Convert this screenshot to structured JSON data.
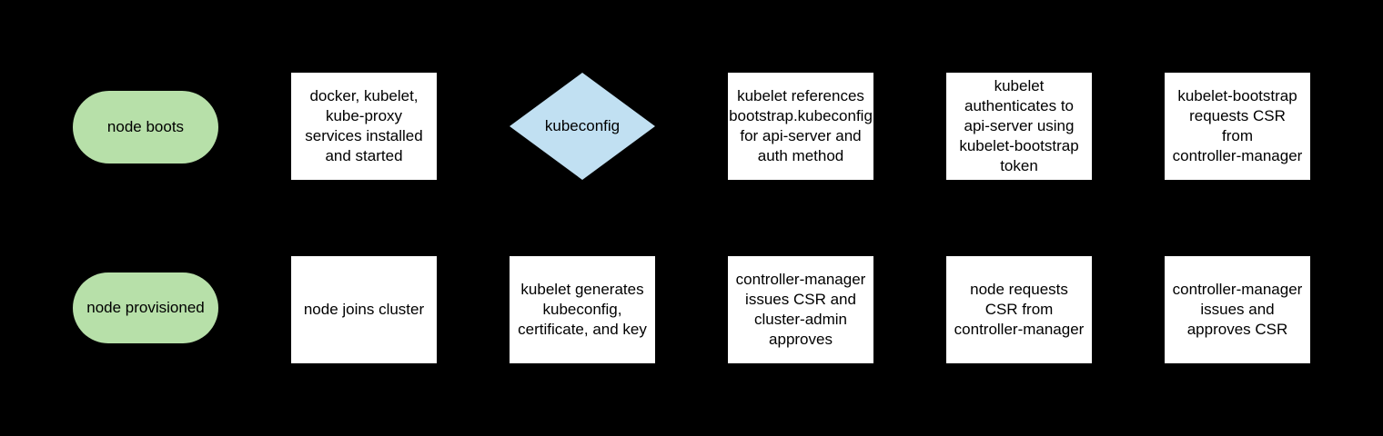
{
  "diagram": {
    "title": "kubernetes node bootstrap flowchart",
    "colors": {
      "background": "#000000",
      "terminator_fill": "#b7e0a9",
      "decision_fill": "#c1e0f2",
      "process_fill": "#ffffff",
      "text": "#000000"
    },
    "nodes": {
      "node_boots": {
        "shape": "terminator",
        "label": "node boots"
      },
      "services_installed": {
        "shape": "process",
        "label": "docker, kubelet,\nkube-proxy\nservices installed\nand started"
      },
      "kubeconfig_decision": {
        "shape": "decision",
        "label": "kubeconfig"
      },
      "kubelet_references": {
        "shape": "process",
        "label": "kubelet references\nbootstrap.kubeconfig\nfor api-server and\nauth method"
      },
      "kubelet_authenticates": {
        "shape": "process",
        "label": "kubelet\nauthenticates to\napi-server using\nkubelet-bootstrap\ntoken"
      },
      "bootstrap_requests_csr": {
        "shape": "process",
        "label": "kubelet-bootstrap\nrequests CSR\nfrom\ncontroller-manager"
      },
      "node_provisioned": {
        "shape": "terminator",
        "label": "node provisioned"
      },
      "node_joins_cluster": {
        "shape": "process",
        "label": "node joins cluster"
      },
      "kubelet_generates": {
        "shape": "process",
        "label": "kubelet generates\nkubeconfig,\ncertificate, and key"
      },
      "cm_issues_csr_admin_approves": {
        "shape": "process",
        "label": "controller-manager\nissues CSR and\ncluster-admin\napproves"
      },
      "node_requests_csr": {
        "shape": "process",
        "label": "node requests\nCSR from\ncontroller-manager"
      },
      "cm_issues_and_approves_csr": {
        "shape": "process",
        "label": "controller-manager\nissues and\napproves CSR"
      }
    }
  }
}
